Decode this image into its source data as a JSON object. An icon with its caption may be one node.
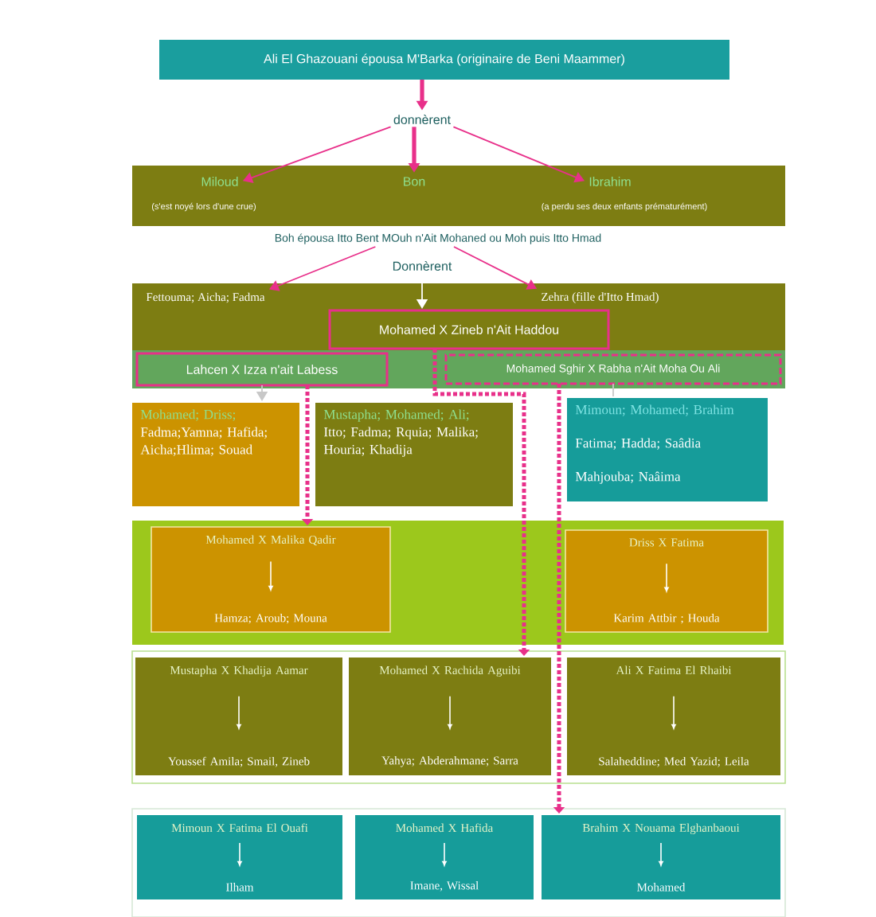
{
  "diagram": {
    "nodes": [
      {
        "text": [
          "Ali El Ghazouani épousa M'Barka (originaire de Beni Maammer)"
        ]
      },
      {
        "text": [
          "donnèrent"
        ]
      },
      {
        "text": [],
        "shape": "box"
      },
      {
        "text": [
          "Miloud"
        ],
        "in": 2,
        "beside": [
          "(s'est noyé lors d'une crue)"
        ]
      },
      {
        "text": [
          "Bon"
        ],
        "in": 2
      },
      {
        "text": [
          "Ibrahim"
        ],
        "in": 2,
        "beside": [
          "(a perdu ses deux enfants prématurément)"
        ]
      },
      {
        "text": [
          "Boh épousa Itto Bent MOuh n'Ait Mohaned ou Moh puis Itto Hmad"
        ]
      },
      {
        "text": [
          "Donnèrent"
        ]
      },
      {
        "text": [],
        "shape": "box"
      },
      {
        "text": [
          "Fettouma; Aicha; Fadma"
        ],
        "in": 8
      },
      {
        "text": [
          "Zehra (fille d'Itto Hmad)"
        ],
        "in": 8
      },
      {
        "text": [
          "Mohamed X Zineb n'Ait Haddou"
        ],
        "in": 8
      },
      {
        "text": [],
        "shape": "box"
      },
      {
        "text": [
          "Lahcen X Izza n'ait Labess"
        ],
        "in": 12
      },
      {
        "text": [
          "Mohamed Sghir X Rabha n'Ait Moha Ou Ali"
        ],
        "in": 12
      },
      {
        "text": [
          "Mohamed; Driss;",
          "Fadma;Yamna; Hafida; Aicha;Hlima; Souad"
        ]
      },
      {
        "text": [
          "Mustapha; Mohamed; Ali;",
          "Itto; Fadma; Rquia; Malika; Houria; Khadija"
        ]
      },
      {
        "text": [
          "Mimoun; Mohamed; Brahim",
          "Fatima; Hadda; Saâdia",
          "Mahjouba; Naâima"
        ]
      },
      {
        "text": [],
        "shape": "box"
      },
      {
        "text": [
          "Mohamed X Malika Qadir",
          "Hamza; Aroub; Mouna"
        ],
        "in": 18
      },
      {
        "text": [
          "Driss X Fatima",
          "Karim Attbir ; Houda"
        ],
        "in": 18
      },
      {
        "text": [],
        "shape": "box"
      },
      {
        "text": [
          "Mustapha X Khadija Aamar",
          "Youssef Amila; Smail, Zineb"
        ],
        "in": 21
      },
      {
        "text": [
          "Mohamed X Rachida Aguibi",
          "Yahya; Abderahmane; Sarra"
        ],
        "in": 21
      },
      {
        "text": [
          "Ali X Fatima El Rhaibi",
          "Salaheddine; Med Yazid; Leila"
        ],
        "in": 21
      },
      {
        "text": [],
        "shape": "box"
      },
      {
        "text": [
          "Mimoun X Fatima El Ouafi",
          "Ilham"
        ],
        "in": 25
      },
      {
        "text": [
          "Mohamed X Hafida",
          "Imane, Wissal"
        ],
        "in": 25
      },
      {
        "text": [
          "Brahim X Nouama Elghanbaoui",
          "Mohamed"
        ],
        "in": 25
      }
    ],
    "edges": [
      {
        "from": 0,
        "to": 1,
        "arrow": "to",
        "style": "thick"
      },
      {
        "from": 1,
        "to": 3,
        "arrow": "to"
      },
      {
        "from": 1,
        "to": 4,
        "arrow": "to",
        "style": "thick"
      },
      {
        "from": 1,
        "to": 5,
        "arrow": "to"
      },
      {
        "from": 6,
        "to": 9,
        "arrow": "to"
      },
      {
        "from": 6,
        "to": 10,
        "arrow": "to"
      },
      {
        "from": 7,
        "to": 11,
        "arrow": "to",
        "color": "#ffffff"
      },
      {
        "from": 13,
        "to": 15,
        "arrow": "to",
        "color": "#c8c8c8"
      },
      {
        "from": 14,
        "to": 17,
        "arrow": "none",
        "color": "#c8c8c8"
      },
      {
        "from": 13,
        "to": 19,
        "arrow": "to",
        "style": "dashed"
      },
      {
        "from": 11,
        "to": 23,
        "arrow": "to",
        "style": "dashed"
      },
      {
        "from": 14,
        "to": 28,
        "arrow": "to",
        "style": "dashed"
      }
    ]
  }
}
